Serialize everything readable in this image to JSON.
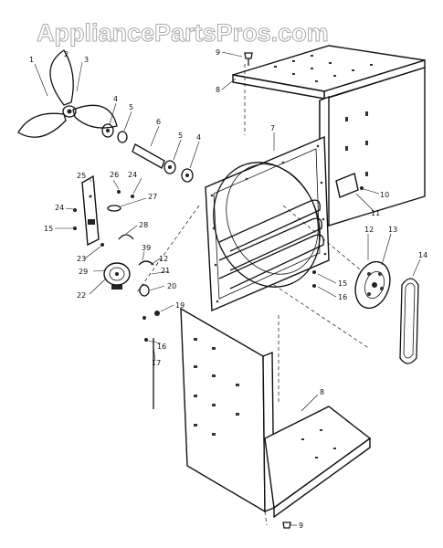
{
  "watermark": "AppliancePartsPros.com",
  "callouts": [
    {
      "id": "c1",
      "text": "1"
    },
    {
      "id": "c2",
      "text": "2"
    },
    {
      "id": "c3",
      "text": "3"
    },
    {
      "id": "c4a",
      "text": "4"
    },
    {
      "id": "c4b",
      "text": "4"
    },
    {
      "id": "c5a",
      "text": "5"
    },
    {
      "id": "c5b",
      "text": "5"
    },
    {
      "id": "c6",
      "text": "6"
    },
    {
      "id": "c7",
      "text": "7"
    },
    {
      "id": "c8a",
      "text": "8"
    },
    {
      "id": "c8b",
      "text": "8"
    },
    {
      "id": "c9a",
      "text": "9"
    },
    {
      "id": "c9b",
      "text": "9"
    },
    {
      "id": "c10",
      "text": "10"
    },
    {
      "id": "c11",
      "text": "11"
    },
    {
      "id": "c12a",
      "text": "12"
    },
    {
      "id": "c12b",
      "text": "12"
    },
    {
      "id": "c13",
      "text": "13"
    },
    {
      "id": "c14",
      "text": "14"
    },
    {
      "id": "c15a",
      "text": "15"
    },
    {
      "id": "c15b",
      "text": "15"
    },
    {
      "id": "c16a",
      "text": "16"
    },
    {
      "id": "c16b",
      "text": "16"
    },
    {
      "id": "c17",
      "text": "17"
    },
    {
      "id": "c19",
      "text": "19"
    },
    {
      "id": "c20",
      "text": "20"
    },
    {
      "id": "c21",
      "text": "21"
    },
    {
      "id": "c22",
      "text": "22"
    },
    {
      "id": "c23",
      "text": "23"
    },
    {
      "id": "c24a",
      "text": "24"
    },
    {
      "id": "c24b",
      "text": "24"
    },
    {
      "id": "c25",
      "text": "25"
    },
    {
      "id": "c26",
      "text": "26"
    },
    {
      "id": "c27",
      "text": "27"
    },
    {
      "id": "c28",
      "text": "28"
    },
    {
      "id": "c29",
      "text": "29"
    },
    {
      "id": "c39",
      "text": "39"
    }
  ]
}
